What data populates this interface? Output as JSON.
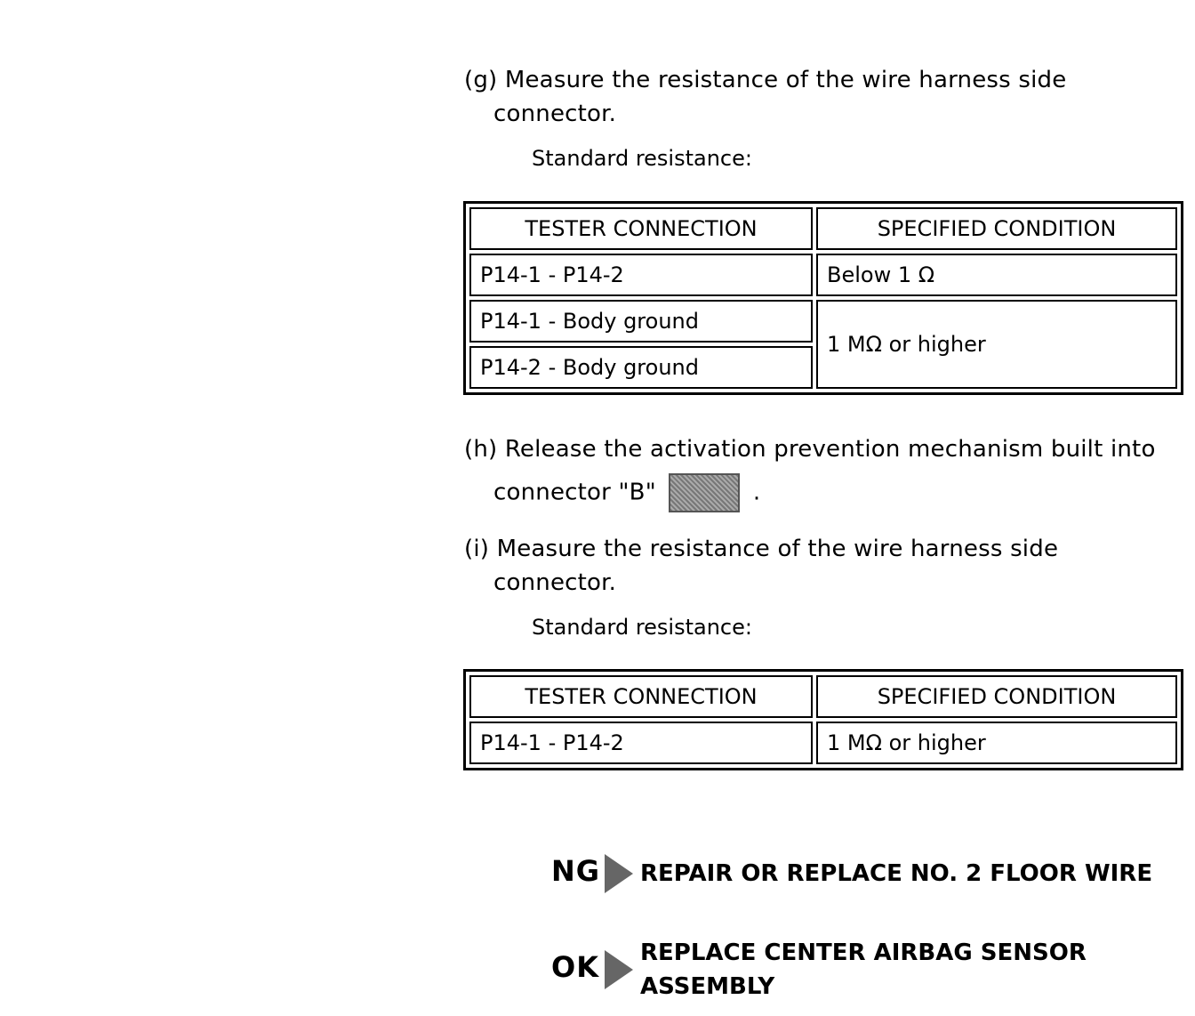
{
  "step_g": {
    "line1": "(g) Measure the resistance of the wire harness side",
    "line2": "connector."
  },
  "standard_label_1": "Standard resistance:",
  "table1": {
    "header": [
      "TESTER CONNECTION",
      "SPECIFIED CONDITION"
    ],
    "rows": [
      {
        "connection": "P14-1 - P14-2",
        "condition": "Below 1 Ω"
      },
      {
        "connection": "P14-1 - Body ground",
        "condition": "1 MΩ or higher"
      },
      {
        "connection": "P14-2 - Body ground"
      }
    ]
  },
  "step_h": {
    "line1": "(h) Release the activation prevention mechanism built into",
    "line2": "connector \"B\"",
    "end": ".",
    "image_icon": "connector-b-image-icon"
  },
  "step_i": {
    "line1": "(i) Measure the resistance of the wire harness side",
    "line2": "connector."
  },
  "standard_label_2": "Standard resistance:",
  "table2": {
    "header": [
      "TESTER CONNECTION",
      "SPECIFIED CONDITION"
    ],
    "rows": [
      {
        "connection": "P14-1 - P14-2",
        "condition": "1 MΩ or higher"
      }
    ]
  },
  "results": {
    "ng": {
      "code": "NG",
      "text": "REPAIR OR REPLACE NO. 2 FLOOR WIRE"
    },
    "ok": {
      "code": "OK",
      "line1": "REPLACE CENTER AIRBAG SENSOR",
      "line2": "ASSEMBLY"
    }
  },
  "colors": {
    "arrow": "#666666",
    "text": "#000000"
  }
}
